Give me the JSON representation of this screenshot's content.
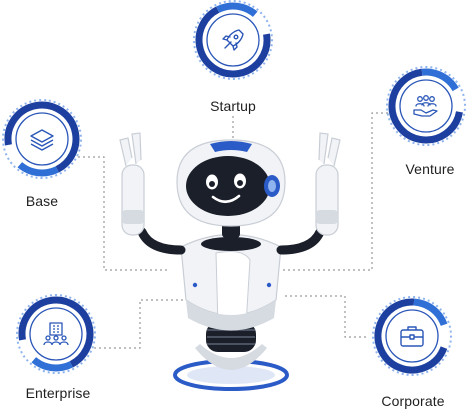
{
  "colors": {
    "ring_dark": "#1d3f9f",
    "ring_mid": "#2f6fd6",
    "ring_light": "#8fb3ee",
    "icon": "#2a56b8",
    "connector": "#9a9a9a",
    "robot_body": "#f1f3f6",
    "robot_shade": "#c9ced6",
    "robot_dark": "#1b1f2a",
    "robot_blue": "#2b5bc7",
    "label": "#1f1f1f"
  },
  "nodes": [
    {
      "id": "startup",
      "label": "Startup",
      "icon": "rocket-icon"
    },
    {
      "id": "base",
      "label": "Base",
      "icon": "layers-icon"
    },
    {
      "id": "venture",
      "label": "Venture",
      "icon": "team-hand-icon"
    },
    {
      "id": "enterprise",
      "label": "Enterprise",
      "icon": "building-team-icon"
    },
    {
      "id": "corporate",
      "label": "Corporate",
      "icon": "briefcase-icon"
    }
  ]
}
